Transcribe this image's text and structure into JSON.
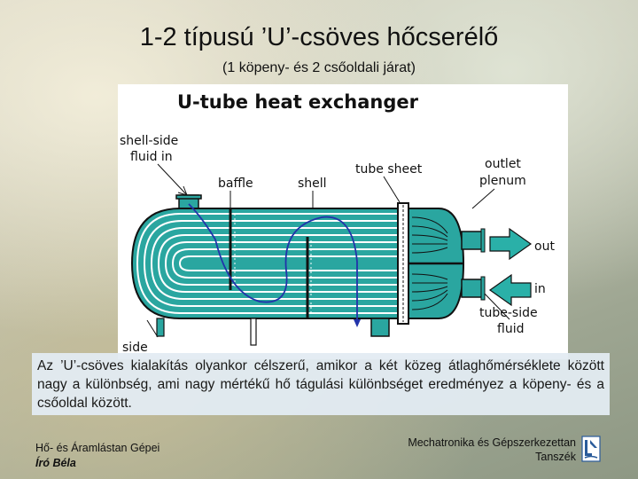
{
  "slide": {
    "title": "1-2 típusú ’U’-csöves hőcserélő",
    "subtitle": "(1 köpeny- és 2 csőoldali járat)",
    "body_text": "Az ’U’-csöves kialakítás olyankor célszerű, amikor a két közeg átlaghőmérséklete között nagy a különbség, ami nagy mértékű hő tágulási különbséget eredményez a köpeny- és a csőoldal között.",
    "footer_left": {
      "course": "Hő- és Áramlástan Gépei",
      "author": "Író Béla"
    },
    "footer_right": {
      "line1": "Mechatronika és Gépszerkezettan",
      "line2": "Tanszék"
    }
  },
  "figure": {
    "title": "U-tube heat exchanger",
    "labels": {
      "shell_side_fluid_in_1": "shell-side",
      "shell_side_fluid_in_2": "fluid in",
      "baffle": "baffle",
      "shell": "shell",
      "tube_sheet": "tube sheet",
      "outlet_plenum_1": "outlet",
      "outlet_plenum_2": "plenum",
      "out": "out",
      "in": "in",
      "tube_side_fluid_1": "tube-side",
      "tube_side_fluid_2": "fluid",
      "shell_side_bottom": "shell side"
    },
    "colors": {
      "shell_fill": "#2aa6a0",
      "tube_line": "#ffffff",
      "flow_line": "#2233aa",
      "arrow_fill": "#2ab0a8",
      "outline": "#1a1a1a"
    }
  }
}
